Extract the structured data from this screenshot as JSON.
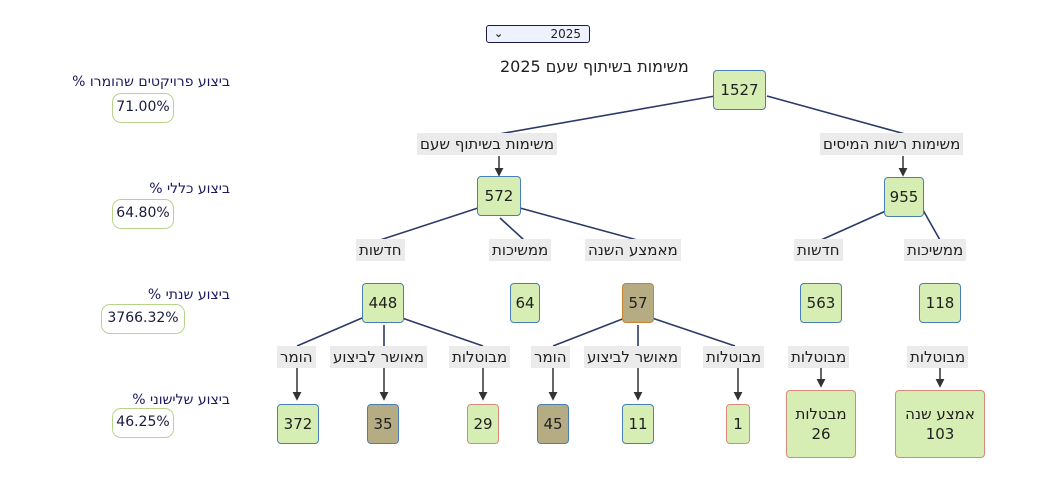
{
  "year_select": {
    "selected": "2025"
  },
  "title": "משימות בשיתוף שעם 2025",
  "stats": [
    {
      "label": "ביצוע פרויקטים שהומרו %",
      "value": "71.00%"
    },
    {
      "label": "ביצוע כללי %",
      "value": "64.80%"
    },
    {
      "label": "ביצוע שנתי %",
      "value": "3766.32%"
    },
    {
      "label": "ביצוע שלישוני %",
      "value": "46.25%"
    }
  ],
  "tree": {
    "root": {
      "value": "1527"
    },
    "shared": {
      "label": "משימות בשיתוף שעם",
      "value": "572"
    },
    "authority": {
      "label": "משימות רשות המיסים",
      "value": "955"
    },
    "shared_new": {
      "label": "חדשות",
      "value": "448"
    },
    "shared_continuing": {
      "label": "ממשיכות",
      "value": "64"
    },
    "shared_midyear": {
      "label": "מאמצע השנה",
      "value": "57"
    },
    "authority_new": {
      "label": "חדשות",
      "value": "563"
    },
    "authority_continuing": {
      "label": "ממשיכות",
      "value": "118"
    },
    "new_converted": {
      "label": "הומר",
      "value": "372"
    },
    "new_approved": {
      "label": "מאושר לביצוע",
      "value": "35"
    },
    "new_cancelled": {
      "label": "מבוטלות",
      "value": "29"
    },
    "mid_converted": {
      "label": "הומר",
      "value": "45"
    },
    "mid_approved": {
      "label": "מאושר לביצוע",
      "value": "11"
    },
    "mid_cancelled": {
      "label": "מבוטלות",
      "value": "1"
    },
    "auth_new_cancelled": {
      "label": "מבוטלות",
      "line1": "מבטלות",
      "value": "26"
    },
    "auth_cont_cancelled": {
      "label": "מבוטלות",
      "line1": "אמצע שנה",
      "value": "103"
    }
  }
}
